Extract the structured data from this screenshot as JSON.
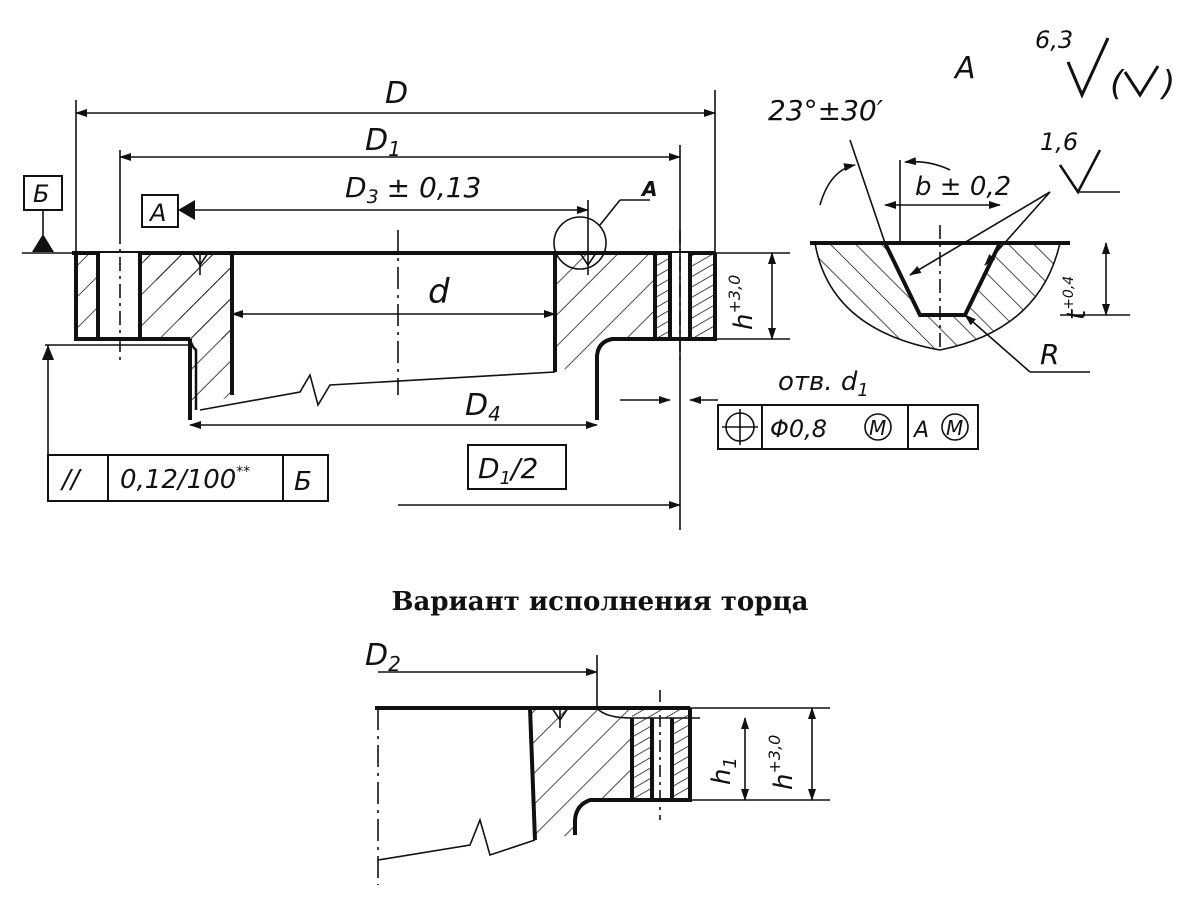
{
  "main_view": {
    "dim_D": "D",
    "dim_D1": "D",
    "dim_D1_sub": "1",
    "dim_D3": "D",
    "dim_D3_sub": "3",
    "dim_D3_tol": "± 0,13",
    "dim_d": "d",
    "dim_D4": "D",
    "dim_D4_sub": "4",
    "dim_h": "h",
    "dim_h_tol": "+3,0",
    "datum_B": "Б",
    "datum_A": "А",
    "detail_ref_A": "А",
    "half_D1_box": "D",
    "half_D1_sub": "1",
    "half_D1_suffix": "/2",
    "parallelism_symbol": "//",
    "parallelism_value": "0,12/100",
    "parallelism_mark": "**",
    "parallelism_datum": "Б",
    "holes_label": "отв. d",
    "holes_label_sub": "1",
    "position_value": "Φ0,8",
    "position_m": "M",
    "position_datum": "А",
    "position_datum_m": "M"
  },
  "detail_A": {
    "title": "А",
    "roughness_main": "6,3",
    "roughness_note": "(",
    "roughness_note_close": ")",
    "roughness_groove": "1,6",
    "angle": "23°±30′",
    "width": "b ± 0,2",
    "depth_t": "t",
    "depth_tol": "+0,4",
    "radius": "R"
  },
  "variant": {
    "caption": "Вариант исполнения торца",
    "dim_D2": "D",
    "dim_D2_sub": "2",
    "dim_h1": "h",
    "dim_h1_sub": "1",
    "dim_h": "h",
    "dim_h_tol": "+3,0"
  }
}
